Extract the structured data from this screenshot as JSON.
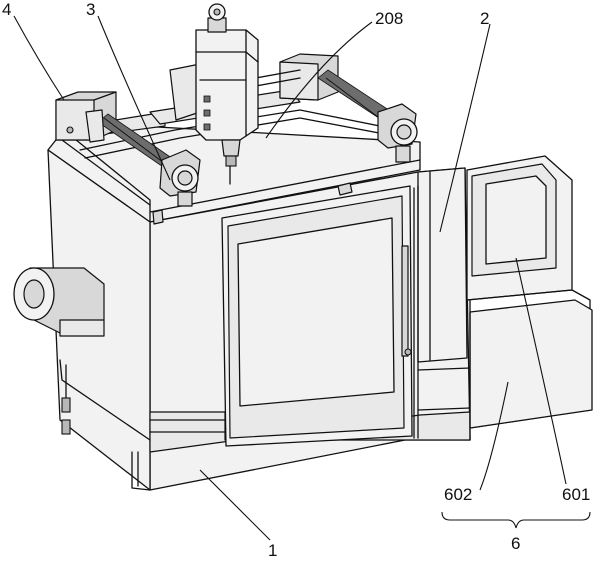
{
  "labels": {
    "l4": "4",
    "l3": "3",
    "l208": "208",
    "l2": "2",
    "l1": "1",
    "l602": "602",
    "l601": "601",
    "l6": "6"
  }
}
